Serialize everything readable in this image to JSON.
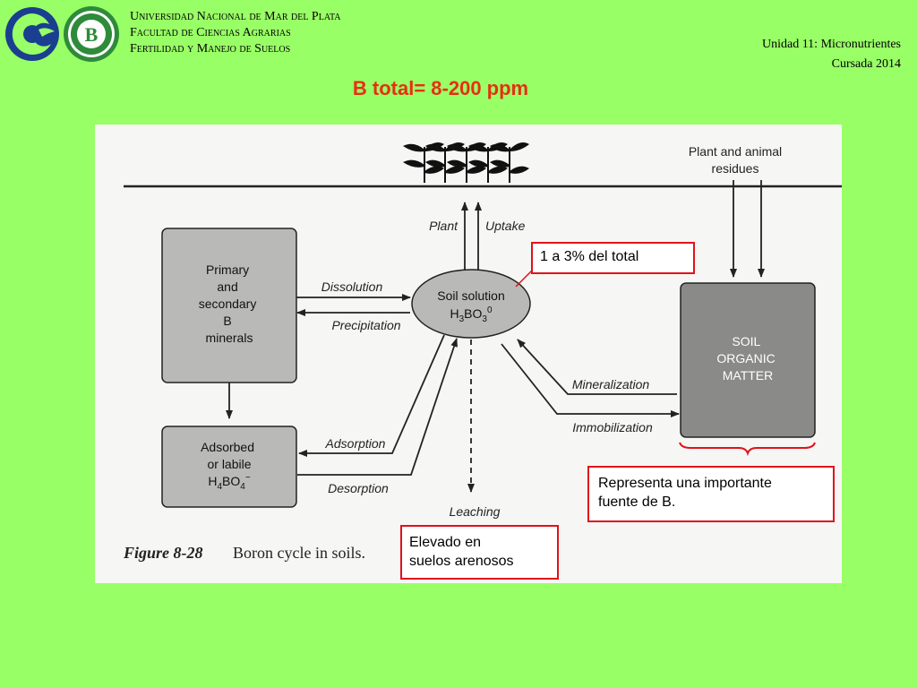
{
  "header": {
    "line1": "Universidad Nacional de Mar del Plata",
    "line2": "Facultad de Ciencias Agrarias",
    "line3": "Fertilidad y Manejo de Suelos",
    "unit": "Unidad 11: Micronutrientes",
    "course": "Cursada 2014"
  },
  "title": "B total= 8-200 ppm",
  "diagram": {
    "plant": "Plant",
    "uptake": "Uptake",
    "residues_l1": "Plant and animal",
    "residues_l2": "residues",
    "primary_l1": "Primary",
    "primary_l2": "and",
    "primary_l3": "secondary",
    "primary_l4": "B",
    "primary_l5": "minerals",
    "dissolution": "Dissolution",
    "precipitation": "Precipitation",
    "soilsol_l1": "Soil solution",
    "soilsol_f1": "H",
    "soilsol_s1": "3",
    "soilsol_f2": "BO",
    "soilsol_s2": "3",
    "soilsol_sup": "0",
    "som_l1": "SOIL",
    "som_l2": "ORGANIC",
    "som_l3": "MATTER",
    "mineralization": "Mineralization",
    "immobilization": "Immobilization",
    "adsorbed_l1": "Adsorbed",
    "adsorbed_l2": "or labile",
    "adsorbed_f1": "H",
    "adsorbed_s1": "4",
    "adsorbed_f2": "BO",
    "adsorbed_s2": "4",
    "adsorbed_sup": "−",
    "adsorption": "Adsorption",
    "desorption": "Desorption",
    "leaching": "Leaching",
    "fig_num": "Figure 8-28",
    "fig_caption": "Boron cycle in soils."
  },
  "callouts": {
    "solution_pct": "1 a 3% del total",
    "som_l1": "Representa una importante",
    "som_l2": "fuente de B.",
    "leach_l1": "Elevado en",
    "leach_l2": "suelos arenosos"
  },
  "colors": {
    "background": "#99ff66",
    "title": "#e53011",
    "callout_border": "#e0121a",
    "logo_blue": "#1a3f8f",
    "logo_green": "#2e8b3a"
  }
}
